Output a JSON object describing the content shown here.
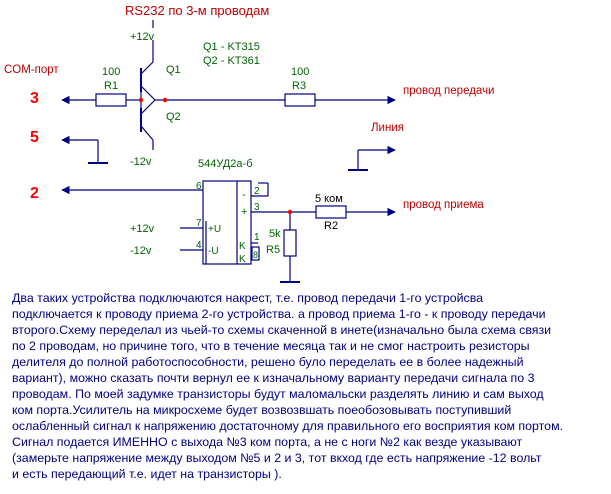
{
  "title": "RS232 по 3-м проводам",
  "com_port_label": "COM-порт",
  "pins": {
    "p3": "3",
    "p5": "5",
    "p2": "2"
  },
  "supply": {
    "plus": "+12v",
    "minus": "-12v"
  },
  "transistors": {
    "q1": "Q1",
    "q2": "Q2",
    "q1_type": "Q1 - KT315",
    "q2_type": "Q2 - KT361"
  },
  "resistors": {
    "r1_value": "100",
    "r1": "R1",
    "r3_value": "100",
    "r3": "R3",
    "r2_value": "5 ком",
    "r2": "R2",
    "r5_value": "5k",
    "r5": "R5"
  },
  "opamp": {
    "name": "544УД2а-б",
    "pin6": "6",
    "pin2": "2",
    "pin3": "3",
    "pin7": "7",
    "pin4": "4",
    "pin1": "1",
    "pin8": "8",
    "plus_u": "+U",
    "minus_u": "-U",
    "in_minus": "-",
    "in_plus": "+",
    "k1": "K",
    "k2": "K",
    "supply_plus": "+12v",
    "supply_minus": "-12v"
  },
  "lines": {
    "tx": "провод передачи",
    "line": "Линия",
    "rx": "провод приема"
  },
  "description": [
    "Два таких устройства подключаются накрест, т.е. провод передачи 1-го устройсва",
    "подключается к проводу приема 2-го устройства. а провод приема 1-го  - к проводу передачи",
    "второго.Схему переделал из чьей-то схемы скаченной в инете(изначально была схема связи",
    "по 2 проводам, но причине того, что в течение месяца так и не смог настроить резисторы",
    "делителя до полной работоспособности, решено було переделать ее в более надежный",
    "вариант), можно сказать  почти вернул ее к изначальному варианту передачи сигнала по 3",
    "проводам. По моей задумке транзисторы будут маломальски разделять линию и сам выход",
    "ком порта.Усилитель на микросхеме будет возвозвшать поеобозовывать поступивший",
    "ослабленный сигнал к напряжению   достаточному для правильного его  восприятия ком портом.",
    "Сигнал подается ИМЕННО с выхода №3   ком порта, а не с ноги №2 как везде указывают",
    "(замерьте напряжение между выходом №5 и 2  и 3, тот вкход где есть напряжение -12 вольт",
    "и есть передающий т.е. идет на транзисторы )."
  ],
  "colors": {
    "wire": "#000080",
    "label_green": "#006400",
    "pin_red": "#ff0000",
    "title_red": "#c00000",
    "node": "#ff0000",
    "text": "#000080"
  }
}
